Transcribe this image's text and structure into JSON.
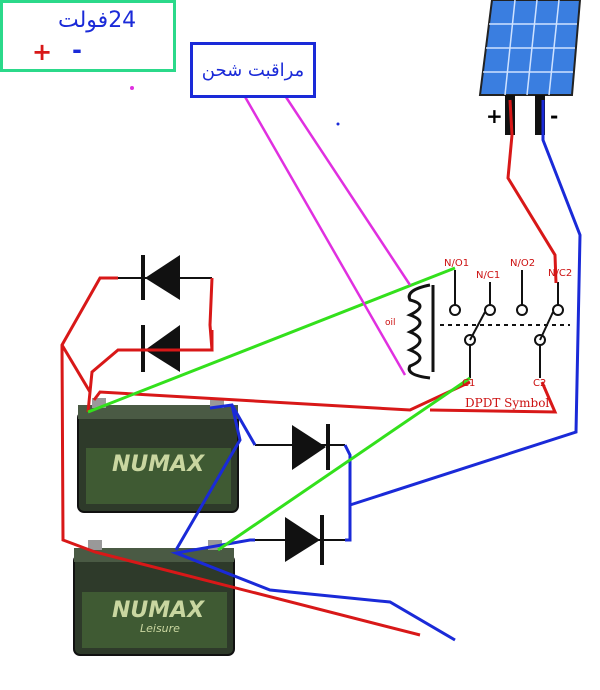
{
  "labels": {
    "monitor": "مراقبت شحن",
    "voltage": "24فولت",
    "output_plus": "+",
    "output_minus": "-",
    "panel_plus": "+",
    "panel_minus": "-"
  },
  "relay": {
    "symbol": "DPDT Symbol",
    "no1": "N/O1",
    "nc1": "N/C1",
    "no2": "N/O2",
    "nc2": "N/C2",
    "c1": "C1",
    "c2": "C2",
    "coil": "oil"
  },
  "battery": {
    "brand": "NUMAX",
    "sub": "Leisure"
  },
  "colors": {
    "positive_wire": "#d81818",
    "negative_wire": "#1a2ad8",
    "control_wire": "#33e01c",
    "coil_wire": "#e030e0",
    "battery_case": "#2e3a2a",
    "panel": "#3a7ee0"
  }
}
